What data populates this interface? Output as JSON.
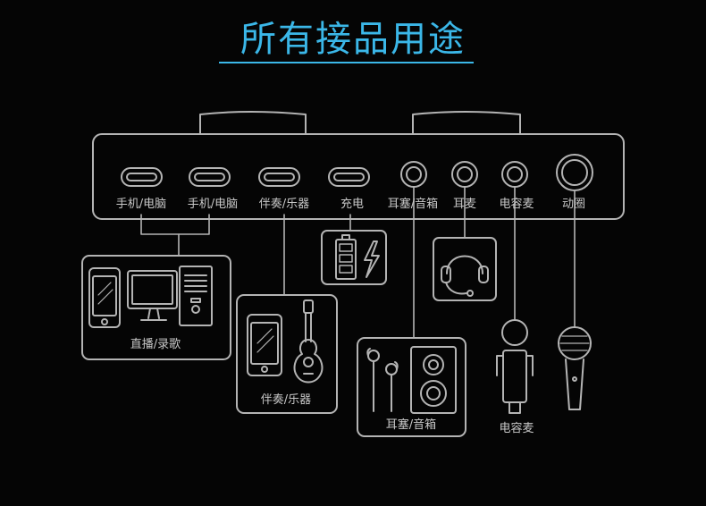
{
  "title": "所有接品用途",
  "ports": [
    {
      "id": "phone-pc-1",
      "kind": "usb",
      "label": "手机/电脑"
    },
    {
      "id": "phone-pc-2",
      "kind": "usb",
      "label": "手机/电脑"
    },
    {
      "id": "accompaniment-instrument",
      "kind": "usb",
      "label": "伴奏/乐器"
    },
    {
      "id": "charge",
      "kind": "usb",
      "label": "充电"
    },
    {
      "id": "earphone-speaker",
      "kind": "jack",
      "label": "耳塞/音箱"
    },
    {
      "id": "headset-mic",
      "kind": "jack",
      "label": "耳麦"
    },
    {
      "id": "condenser-mic",
      "kind": "jack",
      "label": "电容麦"
    },
    {
      "id": "dynamic-mic",
      "kind": "jack-large",
      "label": "动圈"
    }
  ],
  "devices": [
    {
      "id": "live-karaoke",
      "label": "直播/录歌",
      "icons": [
        "smartphone-icon",
        "monitor-icon",
        "pc-tower-icon"
      ]
    },
    {
      "id": "accompaniment",
      "label": "伴奏/乐器",
      "icons": [
        "smartphone-icon",
        "guitar-icon"
      ]
    },
    {
      "id": "battery",
      "label": "",
      "icons": [
        "battery-charging-icon"
      ]
    },
    {
      "id": "headset",
      "label": "",
      "icons": [
        "headset-icon"
      ]
    },
    {
      "id": "earphone-speaker",
      "label": "耳塞/音箱",
      "icons": [
        "earphones-icon",
        "speaker-icon"
      ]
    },
    {
      "id": "condenser-mic",
      "label": "电容麦",
      "icons": [
        "condenser-mic-icon"
      ]
    },
    {
      "id": "dynamic-mic",
      "label": "",
      "icons": [
        "dynamic-mic-icon"
      ]
    }
  ],
  "colors": {
    "title": "#3bb7e8",
    "line": "#b4b4b4",
    "background": "#050505"
  }
}
